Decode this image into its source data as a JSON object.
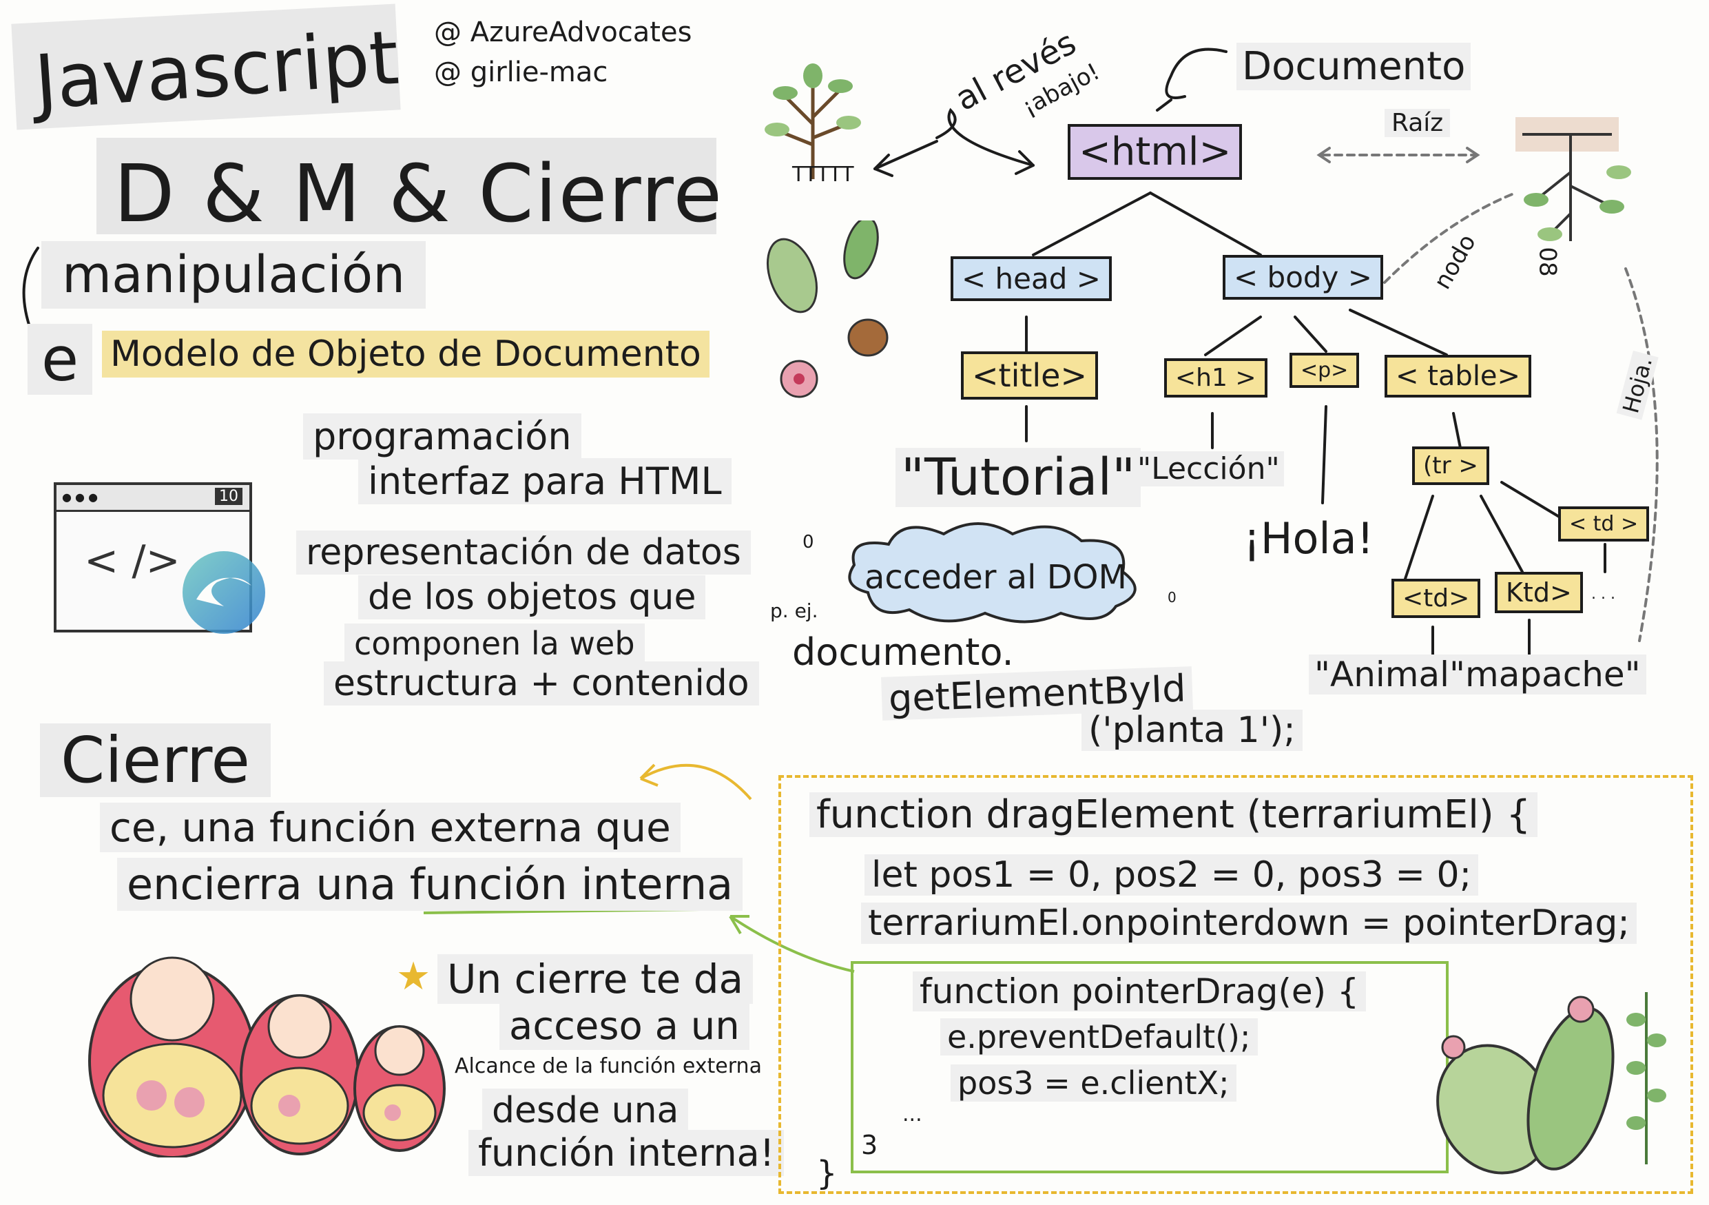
{
  "credits": {
    "line1": "@ AzureAdvocates",
    "line2": "@ girlie-mac"
  },
  "title": {
    "main": "Javascript",
    "subtitle": "D & M & Cierre"
  },
  "left": {
    "manipulation": "manipulación",
    "e_letter": "e",
    "dom_expansion": "Modelo de Objeto de Documento",
    "prog1": "programación",
    "prog2": "interfaz para HTML",
    "rep1": "representación de datos",
    "rep2": "de los objetos que",
    "rep3": "componen la web",
    "rep4": "estructura + contenido",
    "browser_counter": "10",
    "browser_code": "< />"
  },
  "tree": {
    "upside_down": "al revés",
    "down": "¡abajo!",
    "roots_label": "TTTTT",
    "document": "Documento",
    "root": "Raíz",
    "node": "nodo",
    "leaf": "Hoja.",
    "html": "<html>",
    "head": "< head >",
    "body": "< body >",
    "title": "<title>",
    "h1": "<h1 >",
    "p": "<p>",
    "table": "< table>",
    "tr": "(tr >",
    "td1": "< td >",
    "td2": "<td>",
    "td3": "Ktd>",
    "tutorial": "\"Tutorial\"",
    "leccion": "\"Lección\"",
    "hola": "¡Hola!",
    "animal": "\"Animal\"mapache\"",
    "dots": ". . .",
    "plant_num": "08"
  },
  "access": {
    "cloud": "acceder al DOM",
    "zero1": "0",
    "zero2": "0",
    "eg": "p. ej.",
    "code1": "documento.",
    "code2": "getElementById",
    "code3": "('planta 1');"
  },
  "closure": {
    "title": "Cierre",
    "def1": "ce, una función externa que",
    "def2a": "encierra una ",
    "def2b": "función interna",
    "gives1": "Un cierre te da",
    "gives2": "acceso a un",
    "gives3": "Alcance de la función externa",
    "gives4": "desde una",
    "gives5": "función interna!"
  },
  "code": {
    "line1": "function dragElement (terrariumEl) {",
    "line2": "let pos1 = 0, pos2 = 0, pos3 = 0;",
    "line3": "terrariumEl.onpointerdown = pointerDrag;",
    "inner1": "function pointerDrag(e) {",
    "inner2": "e.preventDefault();",
    "inner3": "pos3 = e.clientX;",
    "inner4": "...",
    "inner_close": "3",
    "outer_close": "}"
  },
  "colors": {
    "html_tag": "#d9c8ea",
    "blue_tag": "#cfe2f4",
    "yellow_tag": "#f6e39a",
    "code_border": "#e8b830",
    "inner_border": "#8bbf4a",
    "arrow_orange": "#e8b830",
    "arrow_green": "#8bbf4a"
  }
}
